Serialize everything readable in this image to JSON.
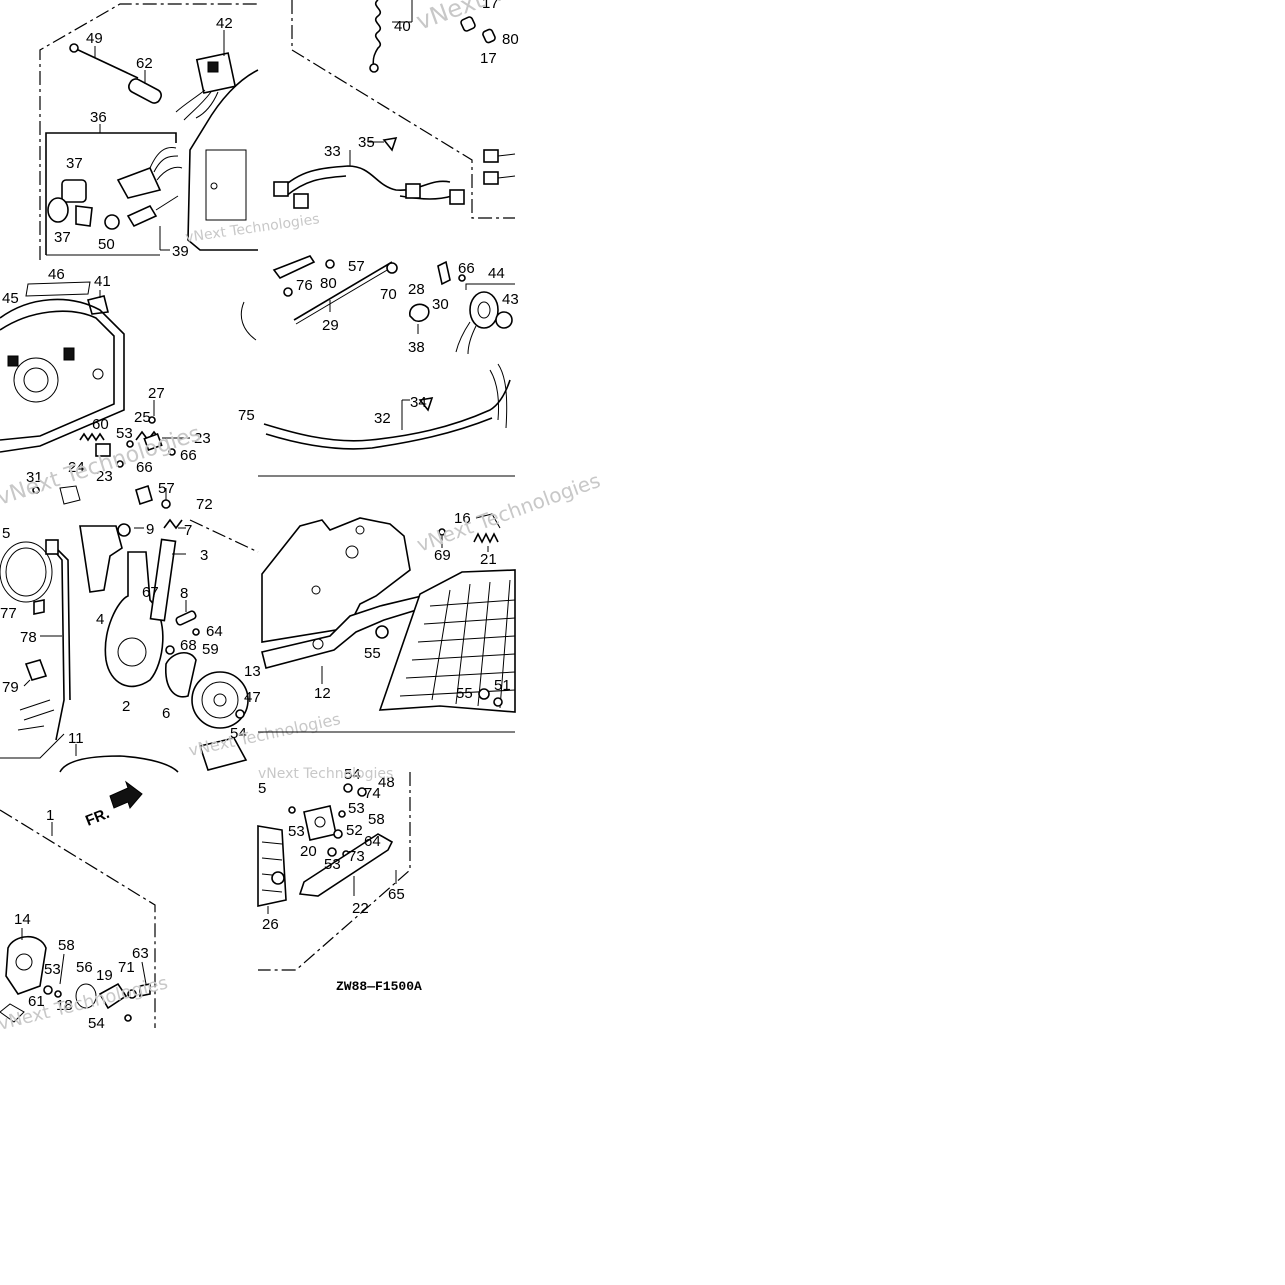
{
  "diagram_code": "ZW88—F1500A",
  "front_arrow_label": "FR.",
  "watermark_text": "vNext Technologies",
  "tiles": [
    {
      "id": "top-left",
      "labels": [
        "49",
        "42",
        "62",
        "36",
        "37",
        "37",
        "50",
        "39"
      ]
    },
    {
      "id": "top-right",
      "labels": [
        "40",
        "17",
        "17",
        "80",
        "35",
        "33"
      ]
    },
    {
      "id": "mid-left",
      "labels": [
        "46",
        "45",
        "41",
        "27",
        "25",
        "53",
        "60",
        "23",
        "24",
        "23",
        "66",
        "66",
        "31",
        "57",
        "72"
      ]
    },
    {
      "id": "mid-right",
      "labels": [
        "57",
        "80",
        "76",
        "70",
        "28",
        "30",
        "66",
        "44",
        "43",
        "29",
        "38",
        "34",
        "32",
        "75"
      ]
    },
    {
      "id": "lower-left",
      "labels": [
        "5",
        "9",
        "7",
        "3",
        "77",
        "67",
        "8",
        "4",
        "78",
        "64",
        "68",
        "59",
        "13",
        "79",
        "2",
        "6",
        "47",
        "11",
        "54"
      ]
    },
    {
      "id": "lower-right",
      "labels": [
        "16",
        "69",
        "21",
        "55",
        "12",
        "55",
        "51"
      ]
    },
    {
      "id": "bottom-left",
      "labels": [
        "1",
        "14",
        "58",
        "53",
        "56",
        "19",
        "71",
        "63",
        "61",
        "18",
        "54"
      ]
    },
    {
      "id": "bottom-right",
      "labels": [
        "5",
        "54",
        "48",
        "74",
        "53",
        "58",
        "53",
        "52",
        "64",
        "20",
        "73",
        "53",
        "22",
        "65",
        "26"
      ]
    }
  ]
}
